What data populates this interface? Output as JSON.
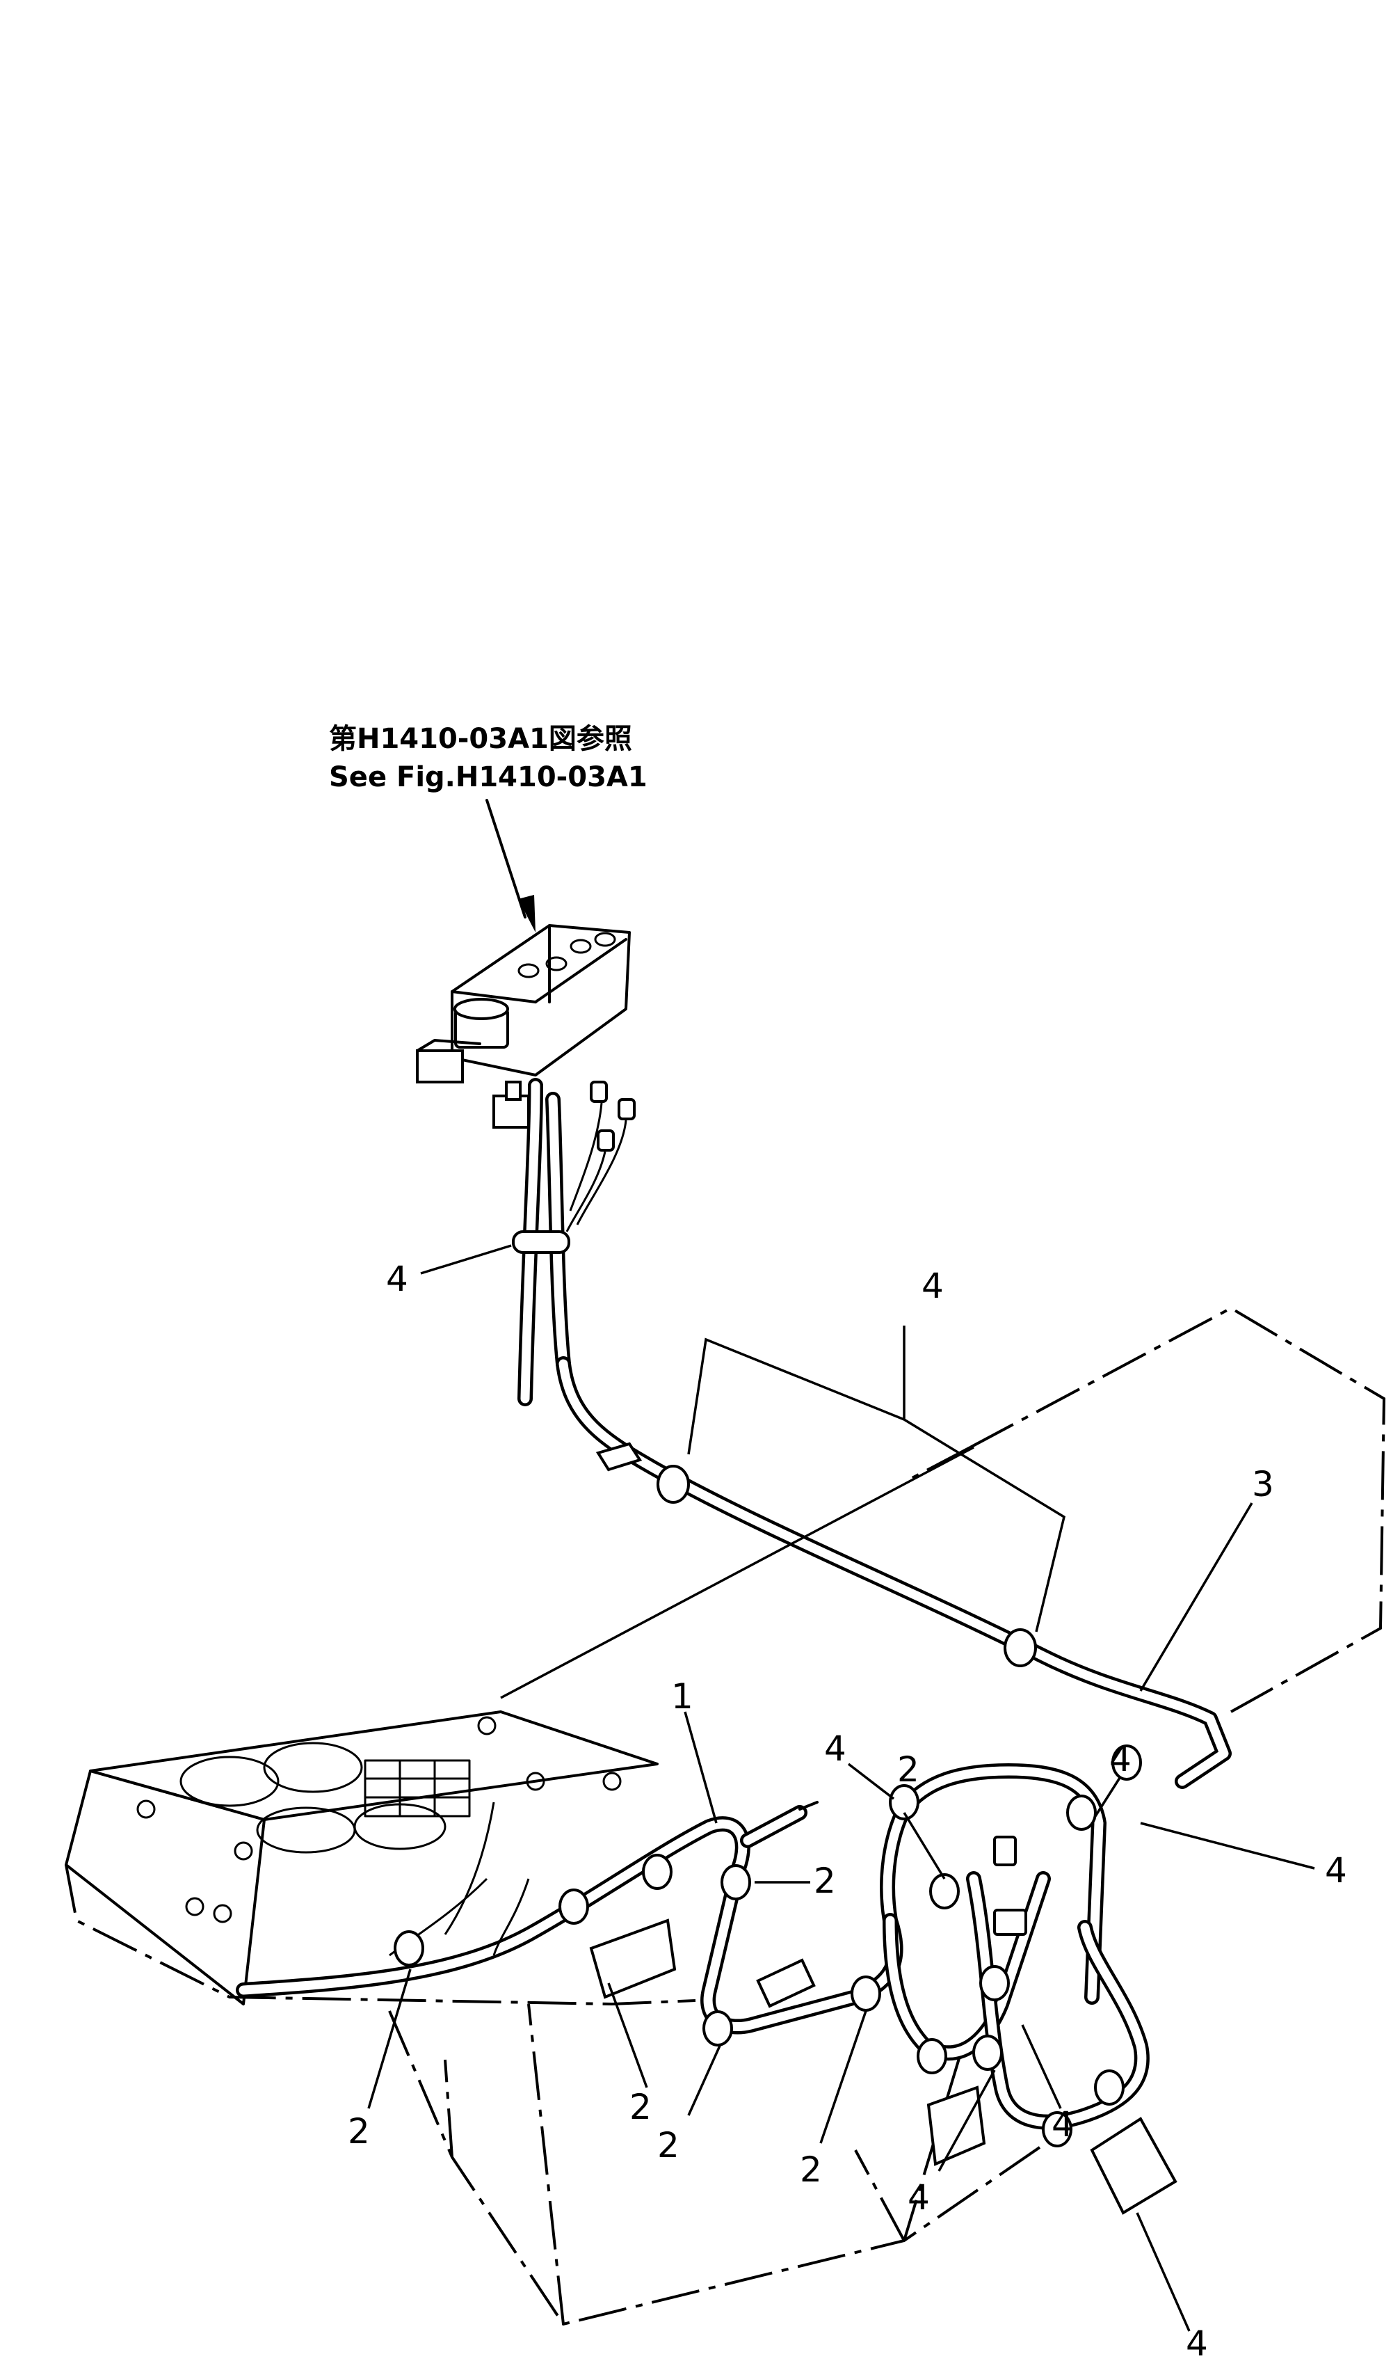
{
  "reference": {
    "line1": "第H1410-03A1図参照",
    "line2": "See Fig.H1410-03A1"
  },
  "callouts": [
    {
      "id": "c1",
      "label": "4"
    },
    {
      "id": "c2",
      "label": "4"
    },
    {
      "id": "c3",
      "label": "3"
    },
    {
      "id": "c4",
      "label": "1"
    },
    {
      "id": "c5",
      "label": "4"
    },
    {
      "id": "c6",
      "label": "2"
    },
    {
      "id": "c7",
      "label": "4"
    },
    {
      "id": "c8",
      "label": "2"
    },
    {
      "id": "c9",
      "label": "4"
    },
    {
      "id": "c10",
      "label": "2"
    },
    {
      "id": "c11",
      "label": "2"
    },
    {
      "id": "c12",
      "label": "2"
    },
    {
      "id": "c13",
      "label": "2"
    },
    {
      "id": "c14",
      "label": "4"
    },
    {
      "id": "c15",
      "label": "4"
    },
    {
      "id": "c16",
      "label": "4"
    }
  ]
}
